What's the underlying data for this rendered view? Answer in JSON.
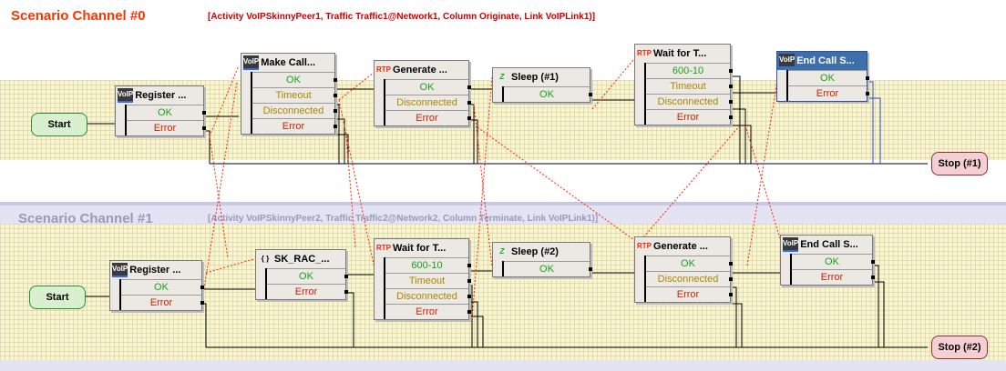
{
  "channels": [
    {
      "title": "Scenario Channel #0",
      "info": "[Activity VoIPSkinnyPeer1, Traffic Traffic1@Network1, Column Originate, Link VoIPLink1)]",
      "start_label": "Start",
      "stop_label": "Stop (#1)",
      "blocks": [
        {
          "title": "Register ...",
          "icon": "VoIP",
          "outputs": [
            {
              "label": "OK",
              "kind": "ok"
            },
            {
              "label": "Error",
              "kind": "err"
            }
          ]
        },
        {
          "title": "Make Call...",
          "icon": "VoIP",
          "outputs": [
            {
              "label": "OK",
              "kind": "ok"
            },
            {
              "label": "Timeout",
              "kind": "warn"
            },
            {
              "label": "Disconnected",
              "kind": "warn"
            },
            {
              "label": "Error",
              "kind": "err"
            }
          ]
        },
        {
          "title": "Generate ...",
          "icon": "RTP",
          "outputs": [
            {
              "label": "OK",
              "kind": "ok"
            },
            {
              "label": "Disconnected",
              "kind": "warn"
            },
            {
              "label": "Error",
              "kind": "err"
            }
          ]
        },
        {
          "title": "Sleep (#1)",
          "icon": "Z",
          "outputs": [
            {
              "label": "OK",
              "kind": "ok"
            }
          ]
        },
        {
          "title": "Wait for T...",
          "icon": "RTP",
          "outputs": [
            {
              "label": "600-10",
              "kind": "ok"
            },
            {
              "label": "Timeout",
              "kind": "warn"
            },
            {
              "label": "Disconnected",
              "kind": "warn"
            },
            {
              "label": "Error",
              "kind": "err"
            }
          ]
        },
        {
          "title": "End Call S...",
          "icon": "VoIP",
          "highlight": true,
          "outputs": [
            {
              "label": "OK",
              "kind": "ok"
            },
            {
              "label": "Error",
              "kind": "err"
            }
          ]
        }
      ]
    },
    {
      "title": "Scenario Channel #1",
      "info": "[Activity VoIPSkinnyPeer2, Traffic Traffic2@Network2, Column Terminate, Link VoIPLink1)]",
      "start_label": "Start",
      "stop_label": "Stop (#2)",
      "blocks": [
        {
          "title": "Register ...",
          "icon": "VoIP",
          "outputs": [
            {
              "label": "OK",
              "kind": "ok"
            },
            {
              "label": "Error",
              "kind": "err"
            }
          ]
        },
        {
          "title": "SK_RAC_...",
          "icon": "{ }",
          "outputs": [
            {
              "label": "OK",
              "kind": "ok"
            },
            {
              "label": "Error",
              "kind": "err"
            }
          ]
        },
        {
          "title": "Wait for T...",
          "icon": "RTP",
          "outputs": [
            {
              "label": "600-10",
              "kind": "ok"
            },
            {
              "label": "Timeout",
              "kind": "warn"
            },
            {
              "label": "Disconnected",
              "kind": "warn"
            },
            {
              "label": "Error",
              "kind": "err"
            }
          ]
        },
        {
          "title": "Sleep (#2)",
          "icon": "Z",
          "outputs": [
            {
              "label": "OK",
              "kind": "ok"
            }
          ]
        },
        {
          "title": "Generate ...",
          "icon": "RTP",
          "outputs": [
            {
              "label": "OK",
              "kind": "ok"
            },
            {
              "label": "Disconnected",
              "kind": "warn"
            },
            {
              "label": "Error",
              "kind": "err"
            }
          ]
        },
        {
          "title": "End Call S...",
          "icon": "VoIP",
          "outputs": [
            {
              "label": "OK",
              "kind": "ok"
            },
            {
              "label": "Error",
              "kind": "err"
            }
          ]
        }
      ]
    }
  ],
  "colors": {
    "channel0_title": "#ff3300",
    "channel1_title": "#9999bb",
    "band_yellow": "#fbf6c4",
    "channel1_background": "#e3e3f4",
    "sync_link": "#ff2200",
    "selected_block_header": "#3d6fa8"
  }
}
